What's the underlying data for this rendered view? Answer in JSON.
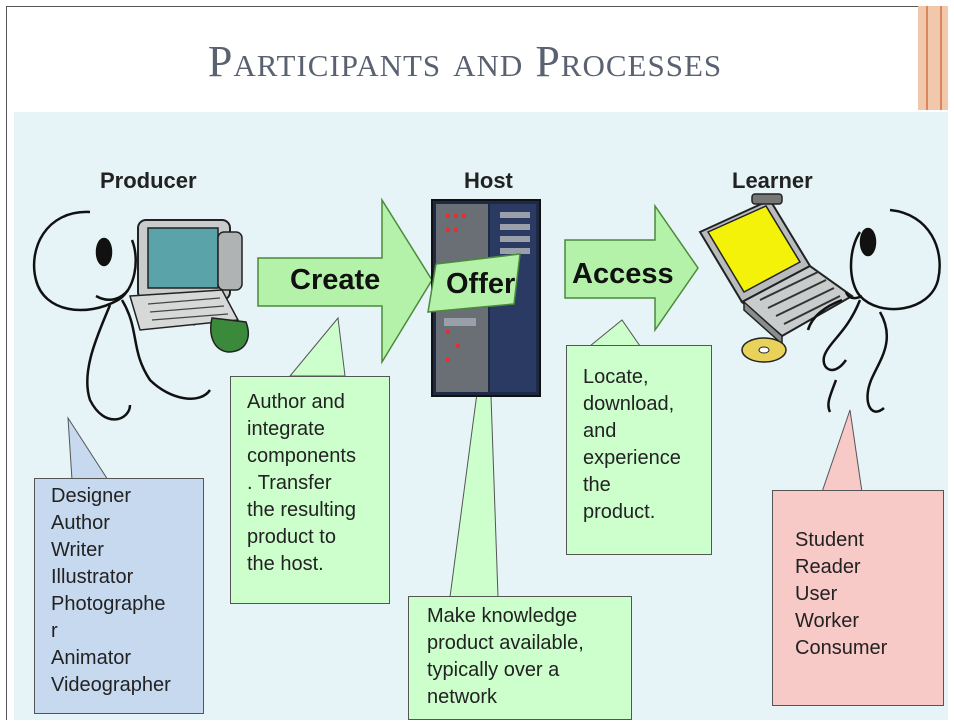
{
  "title": "Participants and Processes",
  "colors": {
    "blue_box": "#c6d9ef",
    "green": "#ccffcc",
    "arrow_green": "#b5f2a9",
    "pink": "#f7c9c7",
    "diagram_bg": "#e6f4f8",
    "title_color": "#5a6272"
  },
  "participants": {
    "producer": {
      "heading": "Producer",
      "roles": [
        "Designer",
        "Author",
        "Writer",
        "Illustrator",
        "Photographe",
        "r",
        "Animator",
        "Videographer"
      ]
    },
    "host": {
      "heading": "Host"
    },
    "learner": {
      "heading": "Learner",
      "roles": [
        "Student",
        "Reader",
        "User",
        "Worker",
        "Consumer"
      ]
    }
  },
  "processes": {
    "create": {
      "label": "Create",
      "description": [
        "Author and",
        "integrate",
        "components",
        ". Transfer",
        "the resulting",
        "product to",
        "the host."
      ]
    },
    "offer": {
      "label": "Offer",
      "description": [
        "Make knowledge",
        "product available,",
        "typically over a",
        "network"
      ]
    },
    "access": {
      "label": "Access",
      "description": [
        "Locate,",
        "download,",
        "and",
        "experience",
        "the",
        "product."
      ]
    }
  },
  "icons": [
    "producer-figure-icon",
    "desktop-computer-icon",
    "server-rack-icon",
    "laptop-computer-icon",
    "learner-figure-icon",
    "cd-disc-icon"
  ]
}
